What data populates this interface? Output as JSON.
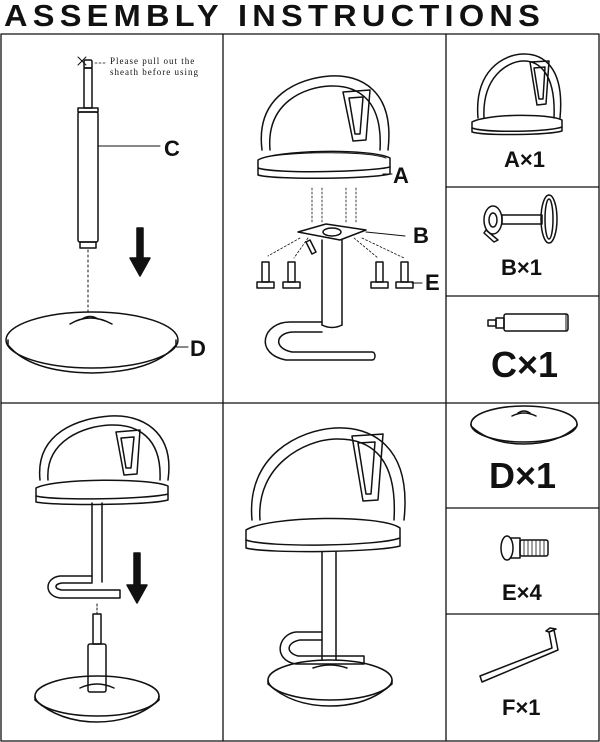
{
  "header": {
    "title_left": "ASSEMBLY",
    "title_right": "INSTRUCTIONS"
  },
  "step1": {
    "note_line1": "Please pull out the",
    "note_line2": "sheath before using",
    "label_c": "C",
    "label_d": "D"
  },
  "step2": {
    "label_a": "A",
    "label_b": "B",
    "label_e": "E"
  },
  "parts": [
    {
      "label": "A×1"
    },
    {
      "label": "B×1"
    },
    {
      "label": "C×1"
    },
    {
      "label": "D×1"
    },
    {
      "label": "E×4"
    },
    {
      "label": "F×1"
    }
  ]
}
